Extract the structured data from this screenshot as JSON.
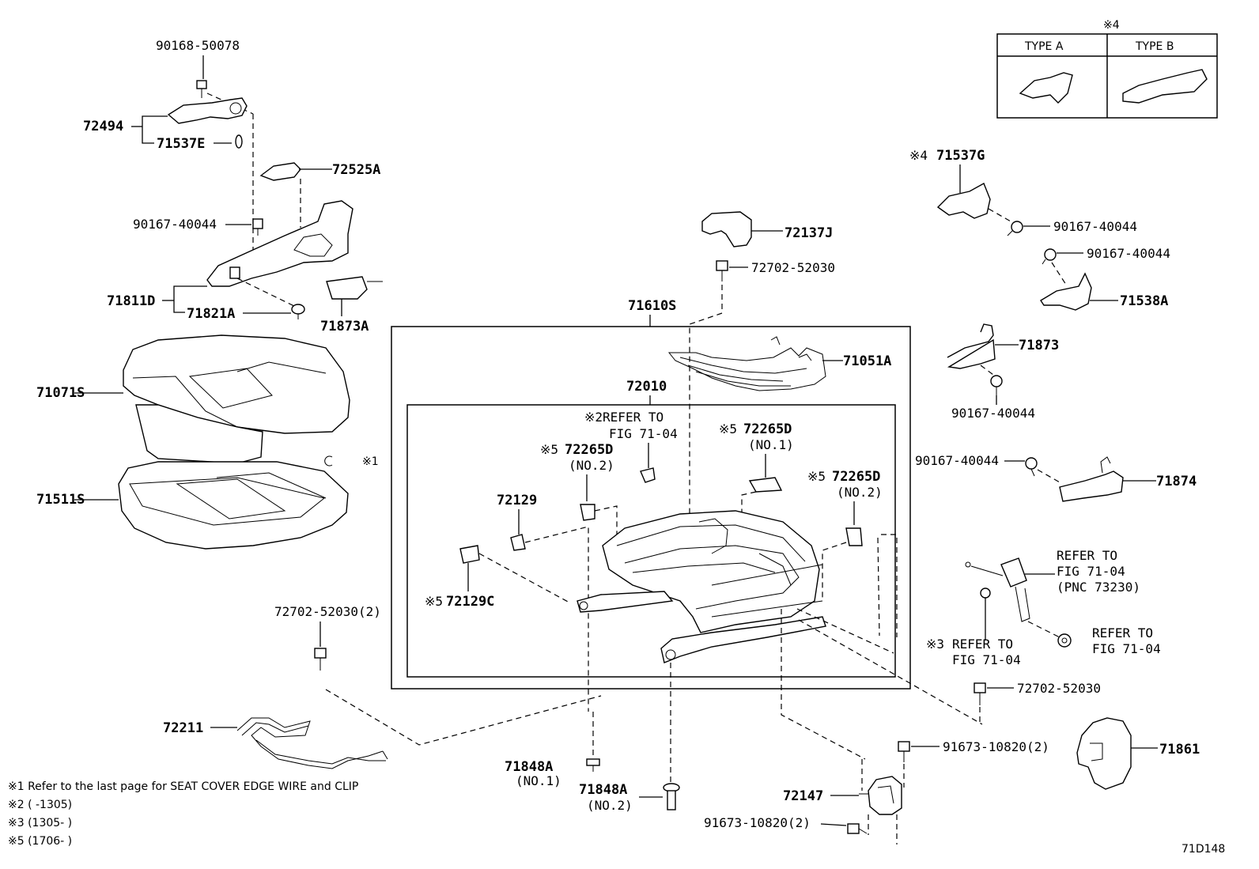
{
  "diagram_id": "71D148",
  "type_table": {
    "note_mark": "※4",
    "type_a": "TYPE A",
    "type_b": "TYPE B"
  },
  "labels": {
    "p90168_50078": "90168-50078",
    "p72494": "72494",
    "p71537E": "71537E",
    "p72525A": "72525A",
    "p90167_40044_a": "90167-40044",
    "p71811D": "71811D",
    "p71821A": "71821A",
    "p71873A": "71873A",
    "p71071S": "71071S",
    "p71511S": "71511S",
    "note1_mark": "※1",
    "p72702_52030_2": "72702-52030(2)",
    "p72211": "72211",
    "p72137J": "72137J",
    "p72702_52030_a": "72702-52030",
    "p71610S": "71610S",
    "p71051A": "71051A",
    "p72010": "72010",
    "refer2_line1": "※2REFER TO",
    "refer2_line2": "FIG 71-04",
    "p72265D_top_mark": "※5",
    "p72265D_top": "72265D",
    "p72265D_top_sub": "(NO.1)",
    "p72265D_left_mark": "※5",
    "p72265D_left": "72265D",
    "p72265D_left_sub": "(NO.2)",
    "p72265D_right_mark": "※5",
    "p72265D_right": "72265D",
    "p72265D_right_sub": "(NO.2)",
    "p72129": "72129",
    "p72129C_mark": "※5",
    "p72129C": "72129C",
    "p71848A_1": "71848A",
    "p71848A_1_sub": "(NO.1)",
    "p71848A_2": "71848A",
    "p71848A_2_sub": "(NO.2)",
    "p71537G_mark": "※4",
    "p71537G": "71537G",
    "p90167_40044_b": "90167-40044",
    "p90167_40044_c": "90167-40044",
    "p71538A": "71538A",
    "p71873": "71873",
    "p90167_40044_d": "90167-40044",
    "p90167_40044_e": "90167-40044",
    "p71874": "71874",
    "refer_belt_1": "REFER TO",
    "refer_belt_2": "FIG 71-04",
    "refer_belt_3": "(PNC 73230)",
    "refer3_mark": "※3",
    "refer3_1": "REFER TO",
    "refer3_2": "FIG 71-04",
    "refer_nut_1": "REFER TO",
    "refer_nut_2": "FIG 71-04",
    "p72702_52030_b": "72702-52030",
    "p91673_10820_2a": "91673-10820(2)",
    "p72147": "72147",
    "p91673_10820_2b": "91673-10820(2)",
    "p71861": "71861"
  },
  "footnotes": [
    "※1  Refer to the last page for SEAT COVER EDGE WIRE and CLIP",
    "※2 (      -1305)",
    "※3 (1305-      )",
    "※5 (1706-      )"
  ]
}
